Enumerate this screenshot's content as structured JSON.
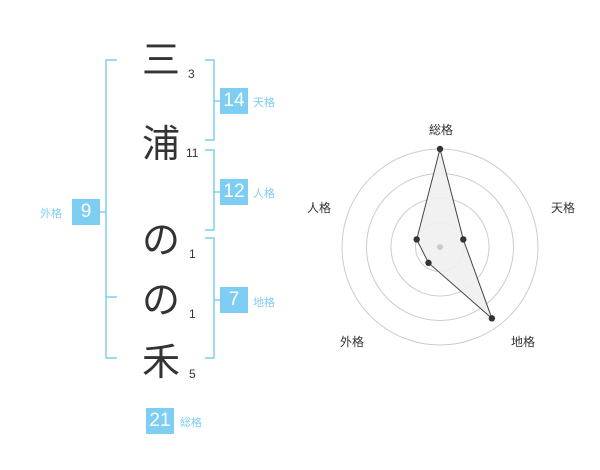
{
  "name": {
    "characters": [
      {
        "char": "三",
        "strokes": "3"
      },
      {
        "char": "浦",
        "strokes": "11"
      },
      {
        "char": "の",
        "strokes": "1"
      },
      {
        "char": "の",
        "strokes": "1"
      },
      {
        "char": "禾",
        "strokes": "5"
      }
    ]
  },
  "kaku": {
    "tenkaku": {
      "value": "14",
      "label": "天格"
    },
    "jinkaku": {
      "value": "12",
      "label": "人格"
    },
    "chikaku": {
      "value": "7",
      "label": "地格"
    },
    "gaikaku": {
      "value": "9",
      "label": "外格"
    },
    "soukaku": {
      "value": "21",
      "label": "総格"
    }
  },
  "radar": {
    "axes": [
      "総格",
      "天格",
      "地格",
      "外格",
      "人格"
    ],
    "levels": 4,
    "max": 4,
    "values": [
      4,
      1,
      3.6,
      0.8,
      1
    ]
  },
  "colors": {
    "accent": "#7ecef4",
    "text": "#333333",
    "grid": "#cccccc",
    "polygon_fill": "#f0f0f0",
    "polygon_stroke": "#444444"
  }
}
